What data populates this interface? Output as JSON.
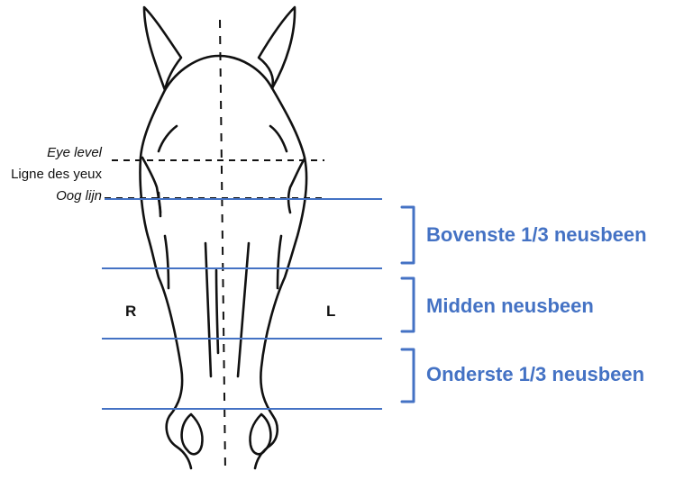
{
  "labels": {
    "eye_level_en": "Eye level",
    "eye_level_fr": "Ligne des yeux",
    "eye_level_nl": "Oog lijn",
    "side_right": "R",
    "side_left": "L"
  },
  "zones": [
    {
      "label": "Bovenste 1/3 neusbeen"
    },
    {
      "label": "Midden neusbeen"
    },
    {
      "label": "Onderste 1/3 neusbeen"
    }
  ],
  "colors": {
    "accent": "#4472c4",
    "outline": "#111111"
  }
}
